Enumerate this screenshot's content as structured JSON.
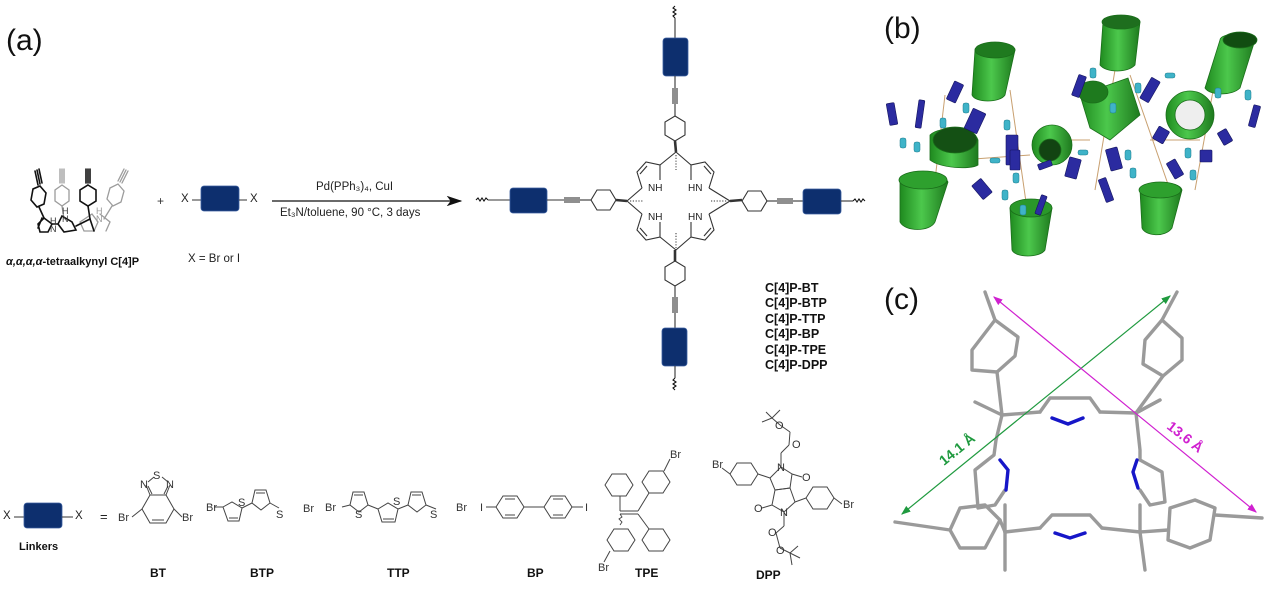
{
  "colors": {
    "linker_block": "#0d2f6e",
    "cage_green": "#2faa2f",
    "linker_blue": "#2a2a9a",
    "alkyne_cyan": "#3fb3c8",
    "bond_gray": "#9a9a9a",
    "nitrogen_blue": "#1616c8",
    "dist_green": "#1f9a3f",
    "dist_magenta": "#d020d0"
  },
  "panels": {
    "a": "(a)",
    "b": "(b)",
    "c": "(c)"
  },
  "reaction": {
    "reactant1_name_prefix": "α,α,α,α",
    "reactant1_name_suffix": "-tetraalkynyl C[4]P",
    "plus": "+",
    "x_label": "X",
    "x_def": "X = Br or I",
    "reagents_top": "Pd(PPh₃)₄, CuI",
    "reagents_bottom": "Et₃N/toluene, 90 °C, 3 days",
    "core_nh_labels": [
      "NH",
      "HN",
      "NH",
      "HN"
    ]
  },
  "products": [
    "C[4]P-BT",
    "C[4]P-BTP",
    "C[4]P-TTP",
    "C[4]P-BP",
    "C[4]P-TPE",
    "C[4]P-DPP"
  ],
  "linkers": {
    "caption": "Linkers",
    "equals": "=",
    "items": [
      {
        "code": "BT",
        "atoms": [
          "Br",
          "Br",
          "N",
          "S",
          "N"
        ]
      },
      {
        "code": "BTP",
        "atoms": [
          "Br",
          "S",
          "S",
          "Br"
        ]
      },
      {
        "code": "TTP",
        "atoms": [
          "Br",
          "S",
          "S",
          "S",
          "Br"
        ]
      },
      {
        "code": "BP",
        "atoms": [
          "I",
          "I"
        ]
      },
      {
        "code": "TPE",
        "atoms": [
          "Br",
          "Br"
        ]
      },
      {
        "code": "DPP",
        "atoms": [
          "Br",
          "Br",
          "N",
          "N",
          "O",
          "O",
          "O",
          "O",
          "O",
          "O"
        ]
      }
    ]
  },
  "crystal": {
    "distance1": "14.1 Å",
    "distance2": "13.6 Å"
  }
}
